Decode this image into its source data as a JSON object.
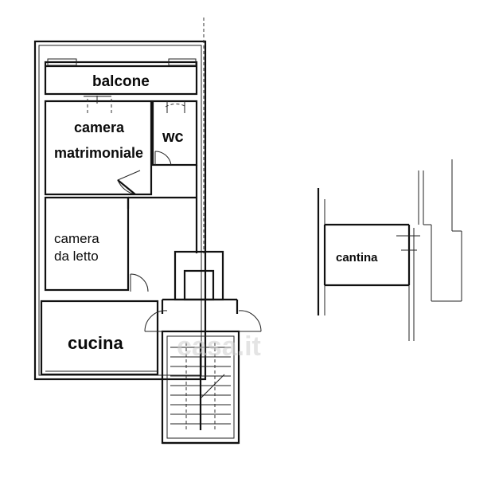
{
  "rooms": {
    "balcone": "balcone",
    "camera_matrimoniale_line1": "camera",
    "camera_matrimoniale_line2": "matrimoniale",
    "wc": "wc",
    "camera_da_letto_line1": "camera",
    "camera_da_letto_line2": "da letto",
    "cucina": "cucina",
    "cantina": "cantina"
  },
  "watermark": "casa.it",
  "colors": {
    "line": "#111111",
    "background": "#ffffff",
    "watermark": "#cfcfcf"
  }
}
